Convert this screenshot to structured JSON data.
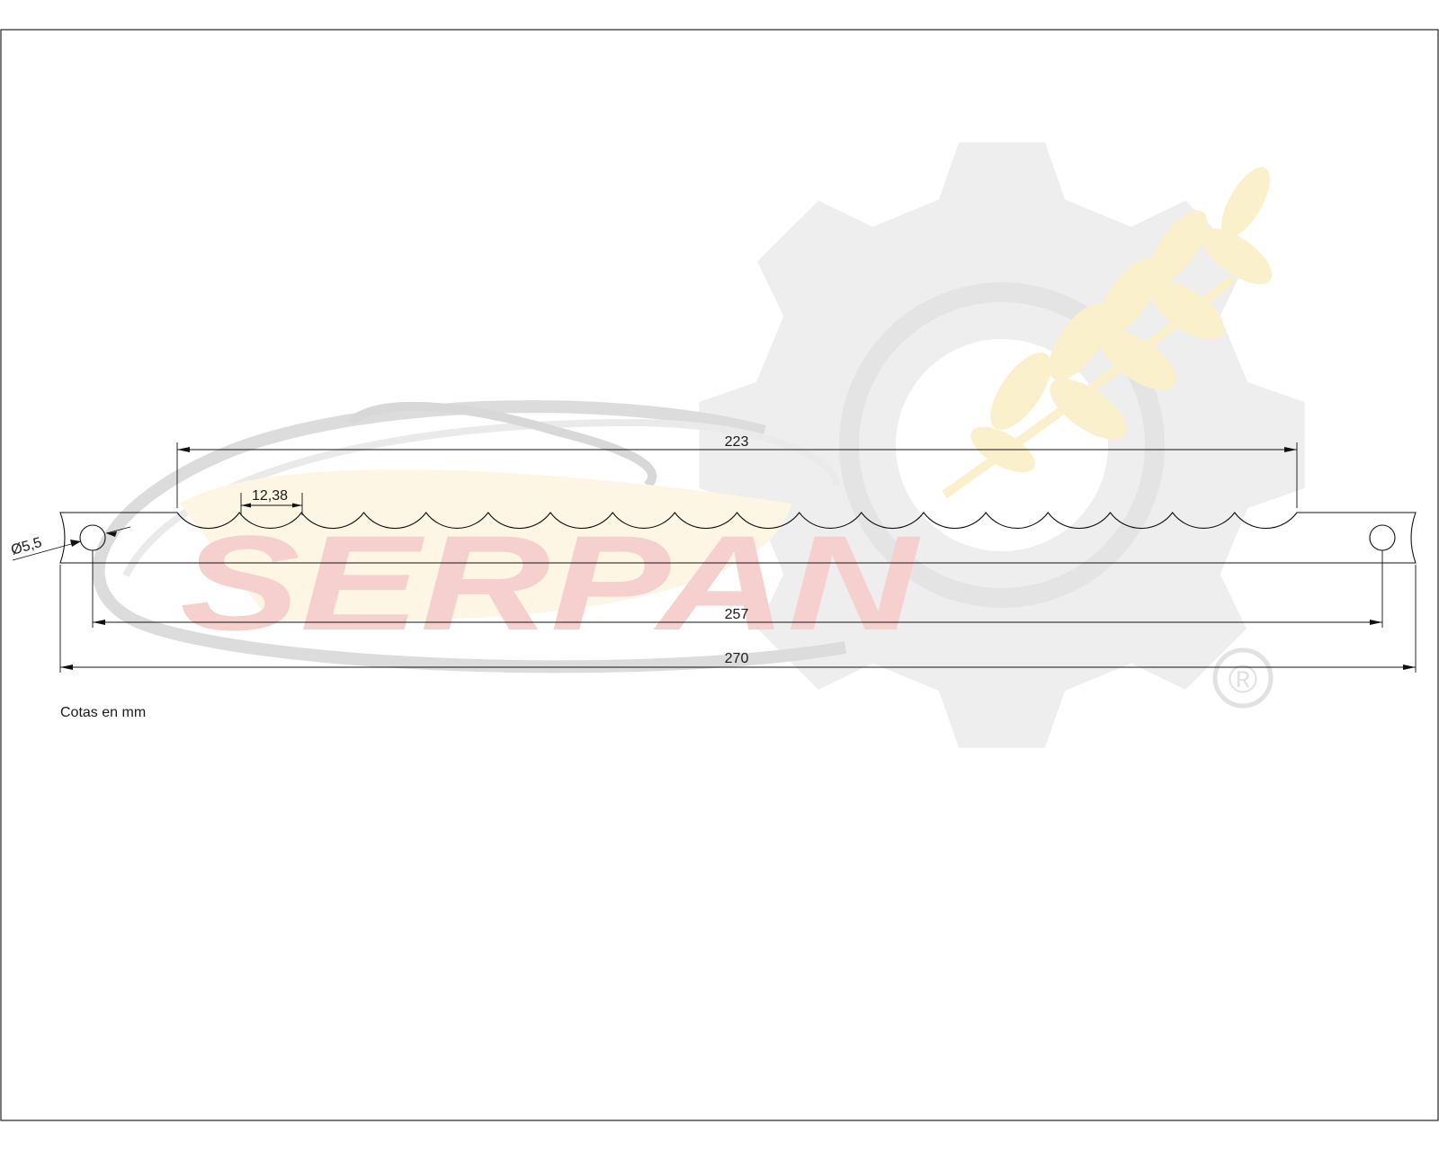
{
  "watermark": {
    "brand": "SERPAN",
    "registered_mark": "®",
    "colors": {
      "brand_text": "#f6cfcf",
      "gear": "#eeeeee",
      "wheat": "#fbf0cc",
      "swoosh": "#dddddd"
    }
  },
  "dimensions": {
    "serrated_length": "223",
    "tooth_pitch": "12,38",
    "hole_diameter": "Ø5,5",
    "hole_spacing": "257",
    "total_length": "270"
  },
  "note": "Cotas en mm",
  "colors": {
    "line": "#111111",
    "frame": "#222222"
  }
}
